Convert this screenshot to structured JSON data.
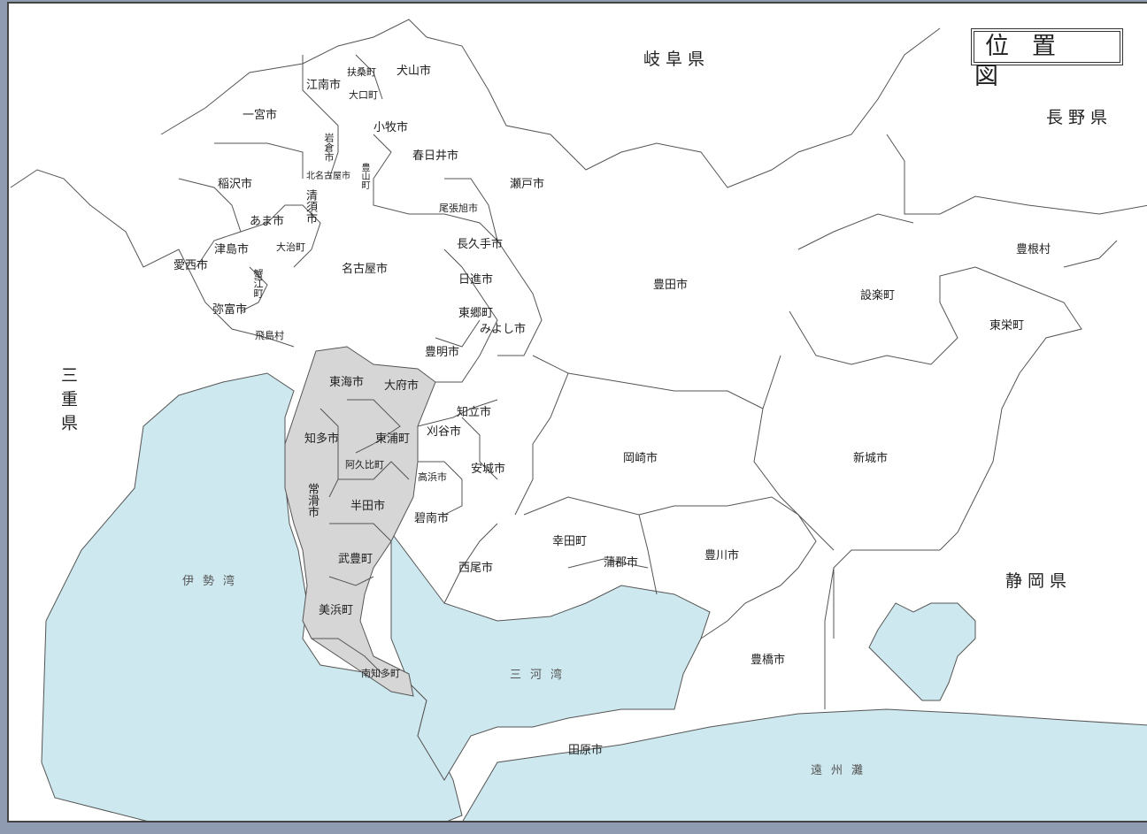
{
  "title": "位置図",
  "prefectures": {
    "gifu": "岐阜県",
    "nagano": "長野県",
    "mie": "三重県",
    "shizuoka": "静岡県"
  },
  "seas": {
    "ise_bay": "伊勢湾",
    "mikawa_bay": "三河湾",
    "enshu_nada": "遠州灘"
  },
  "municipalities": {
    "inuyama": "犬山市",
    "fuso": "扶桑町",
    "konan": "江南市",
    "oguchi": "大口町",
    "ichinomiya": "一宮市",
    "komaki": "小牧市",
    "iwakura": "岩倉市",
    "kasugai": "春日井市",
    "kitanagoya": "北名古屋市",
    "toyoyama": "豊山町",
    "inazawa": "稲沢市",
    "kiyosu": "清須市",
    "seto": "瀬戸市",
    "owariasahi": "尾張旭市",
    "ama": "あま市",
    "tsushima": "津島市",
    "oharu": "大治町",
    "aisai": "愛西市",
    "nagoya": "名古屋市",
    "nagakute": "長久手市",
    "kanie": "蟹江町",
    "nisshin": "日進市",
    "toyota": "豊田市",
    "toyone": "豊根村",
    "shitara": "設楽町",
    "toei": "東栄町",
    "yatomi": "弥富市",
    "togo": "東郷町",
    "miyoshi": "みよし市",
    "tobishima": "飛島村",
    "toyoake": "豊明市",
    "tokai": "東海市",
    "obu": "大府市",
    "chiryu": "知立市",
    "kariya": "刈谷市",
    "chita": "知多市",
    "higashiura": "東浦町",
    "agui": "阿久比町",
    "takahama": "高浜市",
    "anjo": "安城市",
    "okazaki": "岡崎市",
    "shinshiro": "新城市",
    "tokoname": "常滑市",
    "handa": "半田市",
    "hekinan": "碧南市",
    "kota": "幸田町",
    "nishio": "西尾市",
    "taketoyo": "武豊町",
    "gamagori": "蒲郡市",
    "toyokawa": "豊川市",
    "mihama": "美浜町",
    "toyohashi": "豊橋市",
    "minamichita": "南知多町",
    "tahara": "田原市"
  },
  "colors": {
    "sea": "#cde8ef",
    "highlight": "#d6d6d6",
    "land": "#ffffff",
    "border": "#555555"
  }
}
